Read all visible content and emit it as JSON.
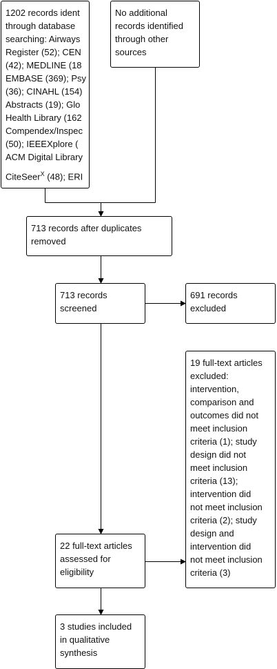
{
  "boxes": {
    "database": {
      "lines": [
        "1202 records ident",
        "through database",
        "searching: Airways",
        "Register (52); CEN",
        "(42); MEDLINE (18",
        "EMBASE (369); Psy",
        "(36); CINAHL (154)",
        "Abstracts (19); Glo",
        "Health Library (162",
        "Compendex/Inspec",
        " (50); IEEEXplore (",
        "ACM Digital Library"
      ],
      "last_line_pre": "CiteSeer",
      "last_line_sup": "X",
      "last_line_post": " (48); ERI"
    },
    "other_sources": {
      "lines": [
        "No additional",
        "records identified",
        "through other",
        "sources"
      ]
    },
    "after_duplicates": {
      "lines": [
        "713 records after duplicates",
        "removed"
      ]
    },
    "screened": {
      "lines": [
        "713 records",
        "screened"
      ]
    },
    "excluded": {
      "lines": [
        "691 records",
        "excluded"
      ]
    },
    "fulltext_excluded": {
      "lines": [
        "19 full-text articles",
        "excluded:",
        "intervention,",
        "comparison and",
        "outcomes did not",
        "meet inclusion",
        "criteria (1); study",
        "design did not",
        "meet inclusion",
        "criteria (13);",
        "intervention did",
        "not meet inclusion",
        "criteria (2); study",
        "design and",
        "intervention did",
        "not meet inclusion",
        "criteria (3)"
      ]
    },
    "assessed": {
      "lines": [
        "22 full-text articles",
        "assessed for",
        "eligibility"
      ]
    },
    "included": {
      "lines": [
        "3 studies included",
        "in qualitative",
        "synthesis"
      ]
    }
  }
}
